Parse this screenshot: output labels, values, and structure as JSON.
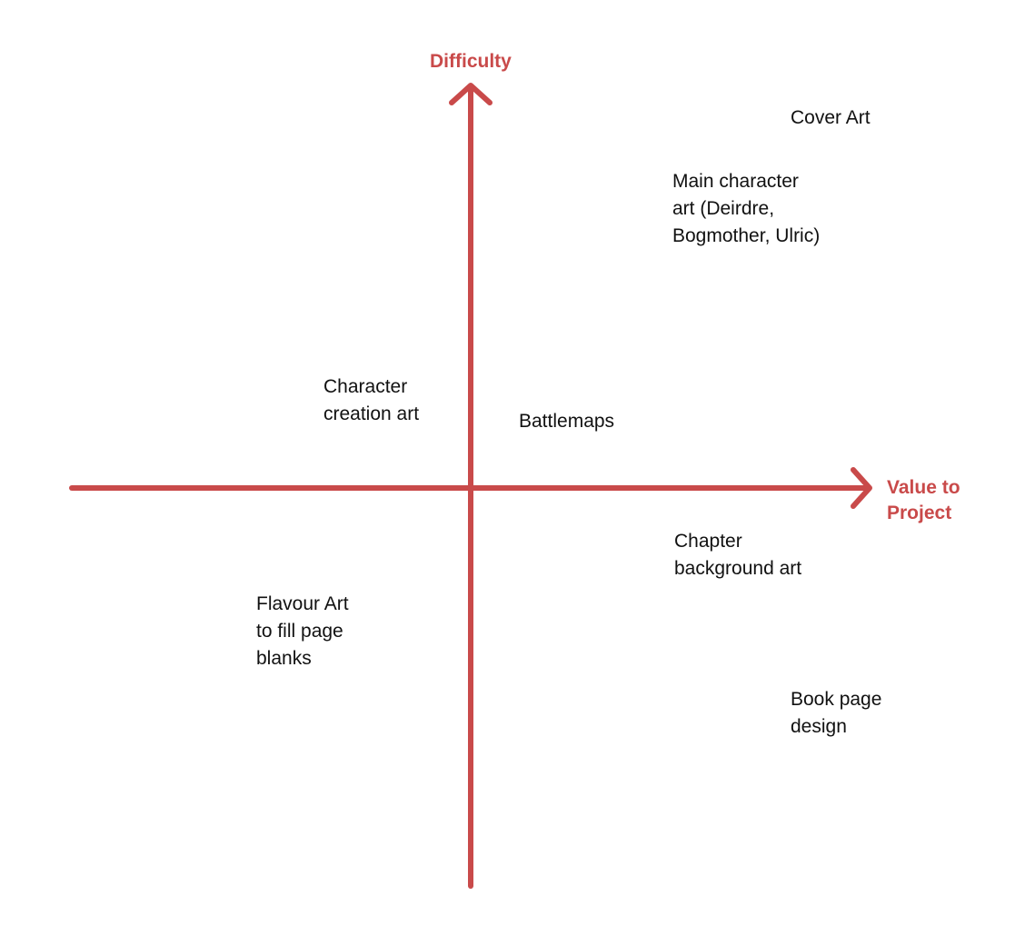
{
  "colors": {
    "axis": "#c94a4a",
    "text": "#111111",
    "background": "#ffffff"
  },
  "axes": {
    "y_label": "Difficulty",
    "x_label": "Value to\nProject"
  },
  "items": [
    {
      "id": "cover-art",
      "label": "Cover Art"
    },
    {
      "id": "main-character-art",
      "label": "Main character\nart (Deirdre,\nBogmother, Ulric)"
    },
    {
      "id": "character-creation-art",
      "label": "Character\ncreation art"
    },
    {
      "id": "battlemaps",
      "label": "Battlemaps"
    },
    {
      "id": "chapter-background-art",
      "label": "Chapter\nbackground art"
    },
    {
      "id": "flavour-art",
      "label": "Flavour Art\nto fill page\nblanks"
    },
    {
      "id": "book-page-design",
      "label": "Book page\ndesign"
    }
  ]
}
